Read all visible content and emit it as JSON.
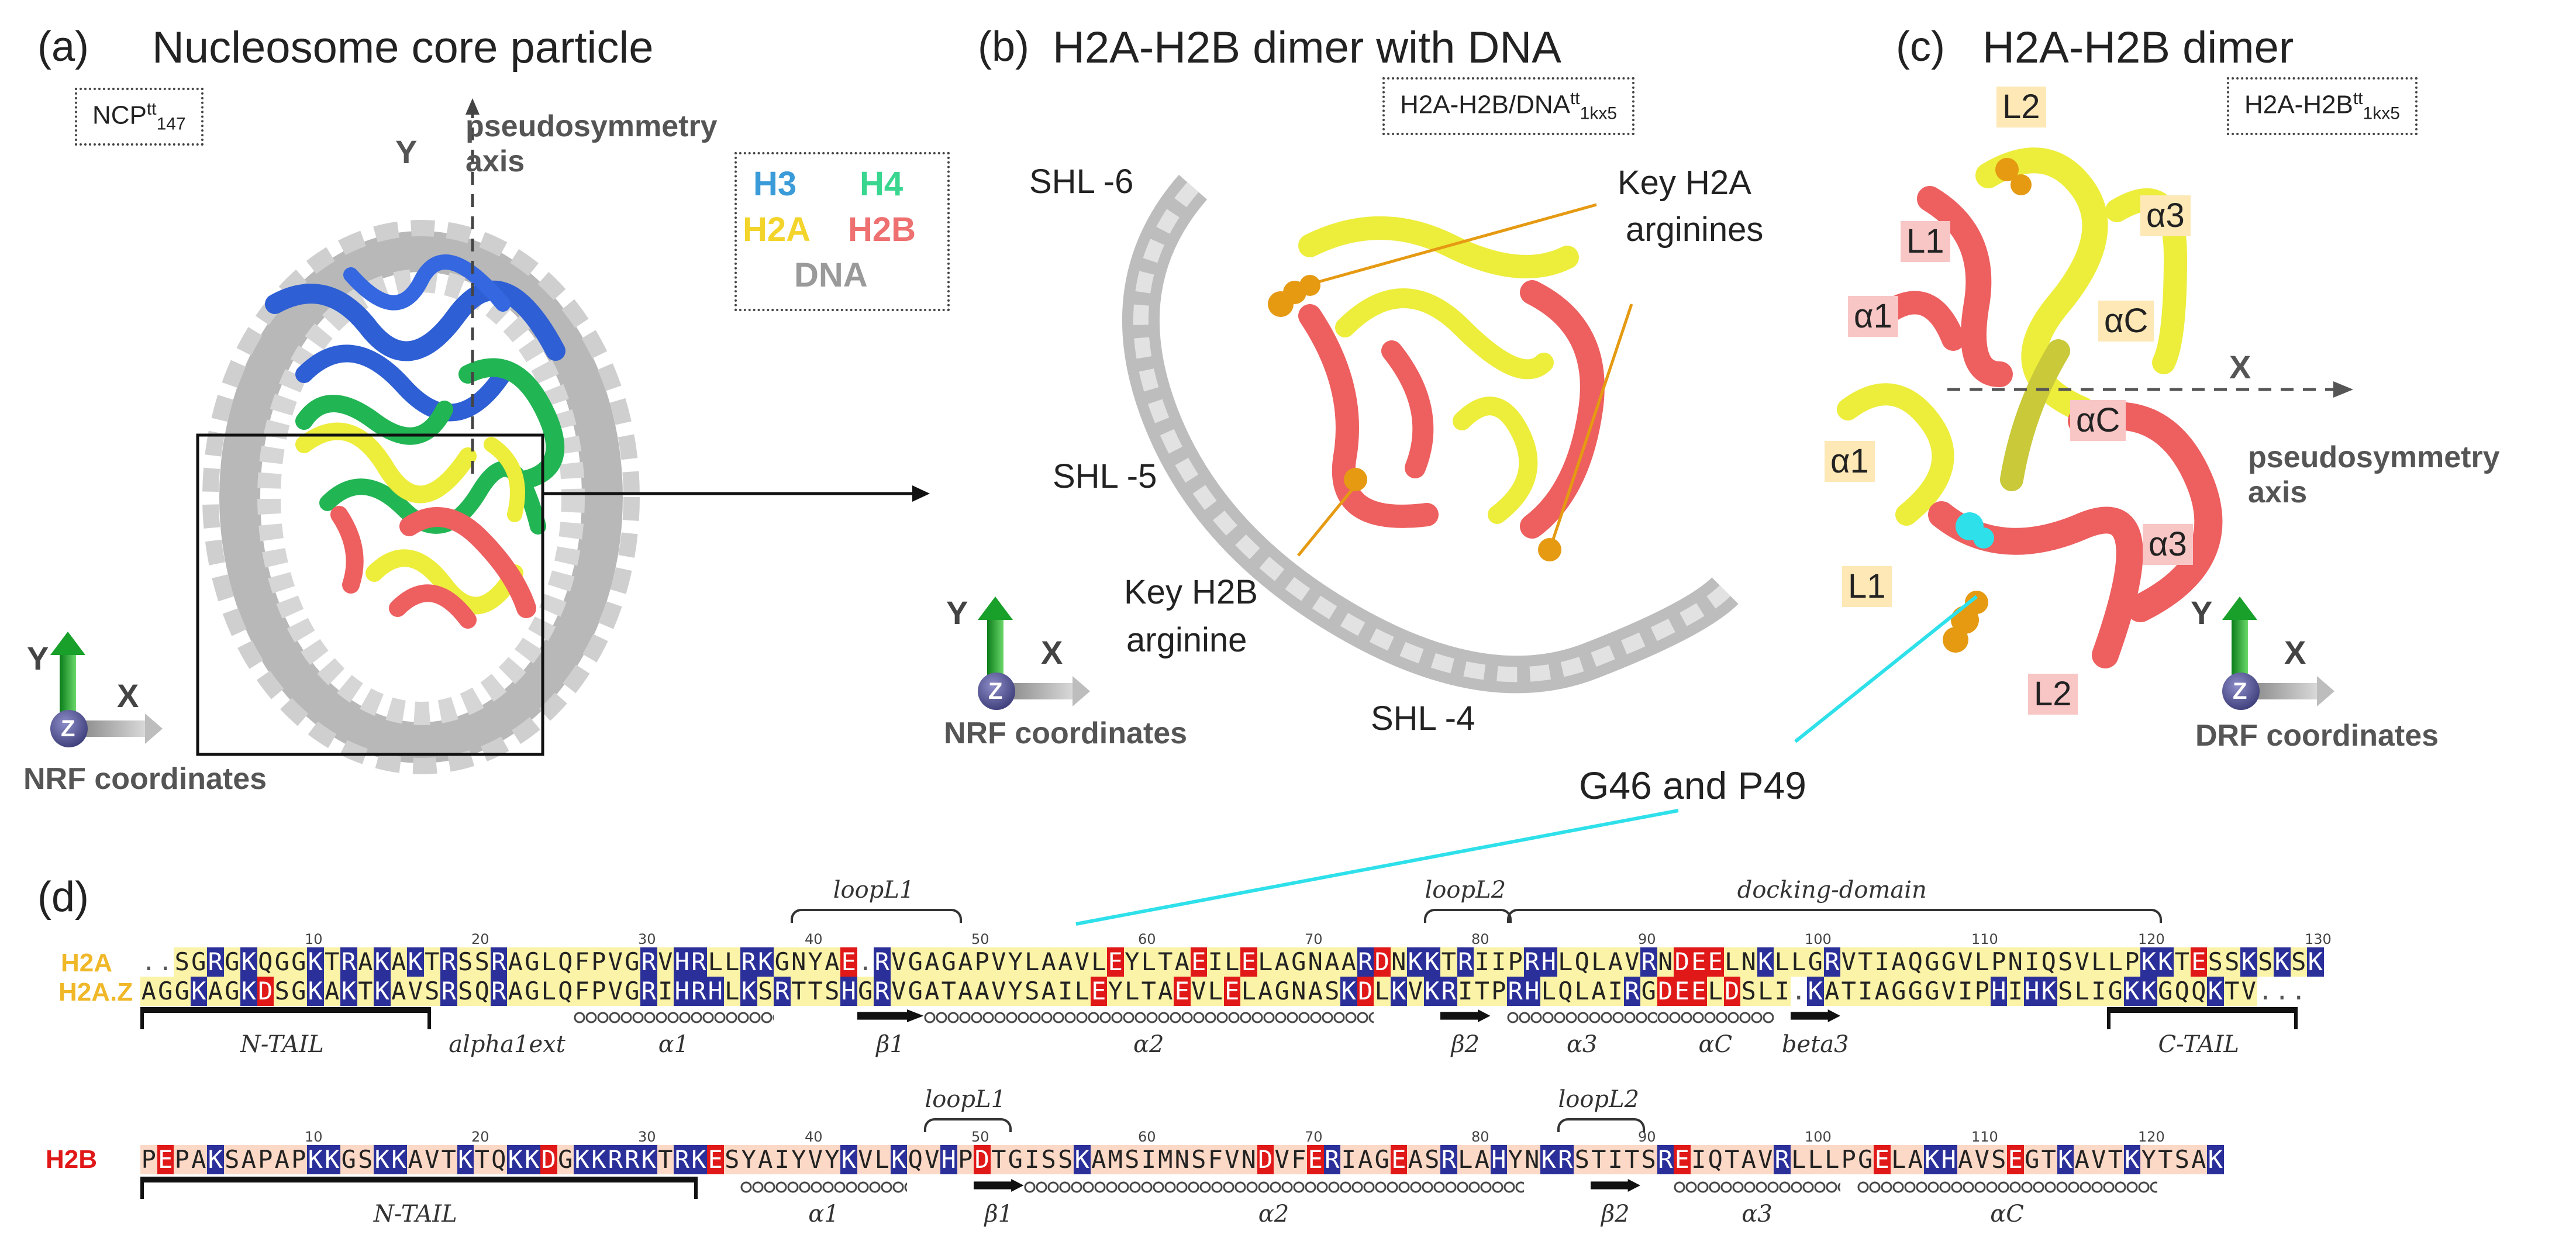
{
  "panels": {
    "a": {
      "letter": "(a)",
      "title": "Nucleosome core particle",
      "tag_main": "NCP",
      "tag_sup": "tt",
      "tag_sub": "147",
      "axis_y": "Y",
      "axis_label_1": "pseudosymmetry",
      "axis_label_2": "axis",
      "legend": {
        "h3": "H3",
        "h4": "H4",
        "h2a": "H2A",
        "h2b": "H2B",
        "dna": "DNA"
      },
      "coord_y": "Y",
      "coord_x": "X",
      "coord_z": "Z",
      "coord_label": "NRF coordinates"
    },
    "b": {
      "letter": "(b)",
      "title": "H2A-H2B dimer with DNA",
      "tag_main": "H2A-H2B/DNA",
      "tag_sup": "tt",
      "tag_sub": "1kx5",
      "shl6": "SHL -6",
      "shl5": "SHL -5",
      "shl4": "SHL -4",
      "key_h2a_1": "Key H2A",
      "key_h2a_2": "arginines",
      "key_h2b_1": "Key H2B",
      "key_h2b_2": "arginine",
      "coord_y": "Y",
      "coord_x": "X",
      "coord_z": "Z",
      "coord_label": "NRF coordinates"
    },
    "c": {
      "letter": "(c)",
      "title": "H2A-H2B dimer",
      "tag_main": "H2A-H2B",
      "tag_sup": "tt",
      "tag_sub": "1kx5",
      "labels": {
        "l2_top": "L2",
        "l1_top": "L1",
        "a3_top": "α3",
        "a1_top": "α1",
        "ac_top": "αC",
        "x_axis": "X",
        "ac_mid": "αC",
        "a1_mid": "α1",
        "a3_mid": "α3",
        "l1_mid": "L1",
        "l2_bot": "L2"
      },
      "axis_label_1": "pseudosymmetry",
      "axis_label_2": "axis",
      "coord_y": "Y",
      "coord_x": "X",
      "coord_z": "Z",
      "coord_label": "DRF coordinates"
    },
    "d": {
      "letter": "(d)"
    }
  },
  "annotation_g46": "G46 and P49",
  "colors": {
    "h3": "#3a9bd8",
    "h4": "#39d68f",
    "h2a": "#f3d42a",
    "h2b": "#ee7070",
    "dna": "#9a9a9a",
    "h2a_ribbon": "#eded3c",
    "h2b_ribbon": "#ee5f5f",
    "h3_ribbon": "#2e5fd4",
    "h4_ribbon": "#22b554",
    "orange": "#e59a12",
    "cyan": "#2ee0ea",
    "blue_res": "#2a2f9a",
    "red_res": "#e01818"
  },
  "sequences": {
    "h2a_name": "H2A",
    "h2az_name": "H2A.Z",
    "h2b_name": "H2B",
    "h2a": "..SGRGKQGGKTRAKAKTRSSRAGLQFPVGRVHRLLRKGNYAE.RVGAGAPVYLAAVLEYLTAEILELAGNAARDNKKTRIIPRHLQLAVRNDEELNKLLGRVTIAQGGVLPNIQSVLLPKKTESSKSKSK",
    "h2az": "AGGKAGKDSGKAKTKAVSRSQRAGLQFPVGRIHRHLKSRTTSHGRVGATAAVYSAILEYLTAEVLELAGNASKDLKVKRITPRHLQLAIRGDEELDSLI.KATIAGGGVIPHIHKSLIGKKGQQKTV...",
    "h2b": "PEPAKSAPAPKKGSKKAVTKTQKKDGKKRRKTRKESYAIYVYKVLKQVHPDTGISSKAMSIMNSFVNDVFERIAGEASRLAHYNKRSTITSREIQTAVRLLLPGELAKHAVSEGTKAVTKYTSAK",
    "h2a_ticks": [
      [
        "10",
        10
      ],
      [
        "20",
        20
      ],
      [
        "30",
        30
      ],
      [
        "40",
        40
      ],
      [
        "50",
        50
      ],
      [
        "60",
        60
      ],
      [
        "70",
        70
      ],
      [
        "80",
        80
      ],
      [
        "90",
        90
      ],
      [
        "100",
        100
      ],
      [
        "110",
        110
      ],
      [
        "120",
        120
      ],
      [
        "130",
        130
      ]
    ],
    "h2b_ticks": [
      [
        "10",
        10
      ],
      [
        "20",
        20
      ],
      [
        "30",
        30
      ],
      [
        "40",
        40
      ],
      [
        "50",
        50
      ],
      [
        "60",
        60
      ],
      [
        "70",
        70
      ],
      [
        "80",
        80
      ],
      [
        "90",
        90
      ],
      [
        "100",
        100
      ],
      [
        "110",
        110
      ],
      [
        "120",
        120
      ]
    ],
    "h2a_brackets": [
      [
        "loopL1",
        39,
        48
      ],
      [
        "loopL2",
        77,
        81
      ],
      [
        "docking-domain",
        82,
        120
      ]
    ],
    "h2a_features": [
      [
        "N-TAIL",
        0,
        16,
        "bar"
      ],
      [
        "alpha1ext",
        18,
        25,
        "none"
      ],
      [
        "α1",
        26,
        37,
        "helix"
      ],
      [
        "β1",
        43,
        46,
        "arrow"
      ],
      [
        "α2",
        47,
        73,
        "helix"
      ],
      [
        "β2",
        78,
        80,
        "arrow"
      ],
      [
        "α3",
        82,
        90,
        "helix"
      ],
      [
        "αC",
        91,
        97,
        "helix"
      ],
      [
        "beta3",
        99,
        101,
        "arrow"
      ],
      [
        "C-TAIL",
        118,
        128,
        "bar"
      ]
    ],
    "h2b_brackets": [
      [
        "loopL1",
        47,
        51
      ],
      [
        "loopL2",
        85,
        89
      ]
    ],
    "h2b_features": [
      [
        "N-TAIL",
        0,
        32,
        "bar"
      ],
      [
        "α1",
        36,
        45,
        "helix"
      ],
      [
        "β1",
        50,
        52,
        "arrow"
      ],
      [
        "α2",
        53,
        82,
        "helix"
      ],
      [
        "β2",
        87,
        89,
        "arrow"
      ],
      [
        "α3",
        92,
        101,
        "helix"
      ],
      [
        "αC",
        103,
        120,
        "helix"
      ]
    ]
  }
}
